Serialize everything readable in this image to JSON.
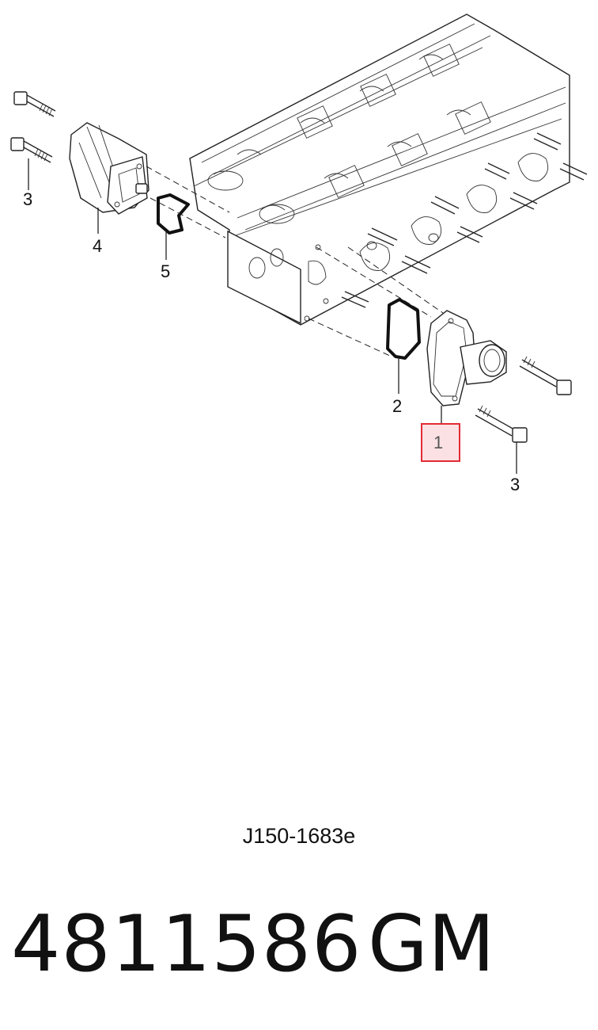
{
  "diagram": {
    "callouts": {
      "c1": "1",
      "c2": "2",
      "c3_left": "3",
      "c3_right": "3",
      "c4": "4",
      "c5": "5"
    },
    "highlighted_callout": "1",
    "highlight_color": "#e32b35",
    "drawing_code": "J150-1683e"
  },
  "footer": {
    "part_number": "4811586",
    "brand": "GM"
  }
}
